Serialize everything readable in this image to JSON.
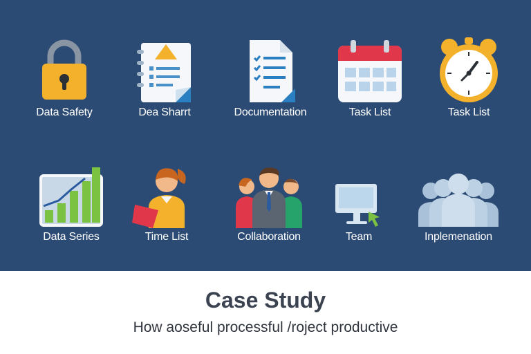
{
  "tiles": [
    {
      "label": "Data Safety",
      "icon": "padlock-icon"
    },
    {
      "label": "Dea Sharrt",
      "icon": "notepad-warning-icon"
    },
    {
      "label": "Documentation",
      "icon": "document-checklist-icon"
    },
    {
      "label": "Task List",
      "icon": "calendar-icon"
    },
    {
      "label": "Task List",
      "icon": "alarm-clock-icon"
    },
    {
      "label": "Data Series",
      "icon": "bar-chart-icon"
    },
    {
      "label": "Time List",
      "icon": "woman-with-tablet-icon"
    },
    {
      "label": "Collaboration",
      "icon": "business-team-icon"
    },
    {
      "label": "Team",
      "icon": "monitor-cursor-icon"
    },
    {
      "label": "Inplemenation",
      "icon": "people-group-icon"
    }
  ],
  "footer": {
    "title": "Case Study",
    "subtitle": "How aoseful processful /roject productive"
  },
  "colors": {
    "panel": "#2c4b74",
    "accent_yellow": "#f4b12c",
    "accent_red": "#e0374a",
    "accent_green": "#7cc242",
    "light_blue": "#c9d8e6"
  }
}
